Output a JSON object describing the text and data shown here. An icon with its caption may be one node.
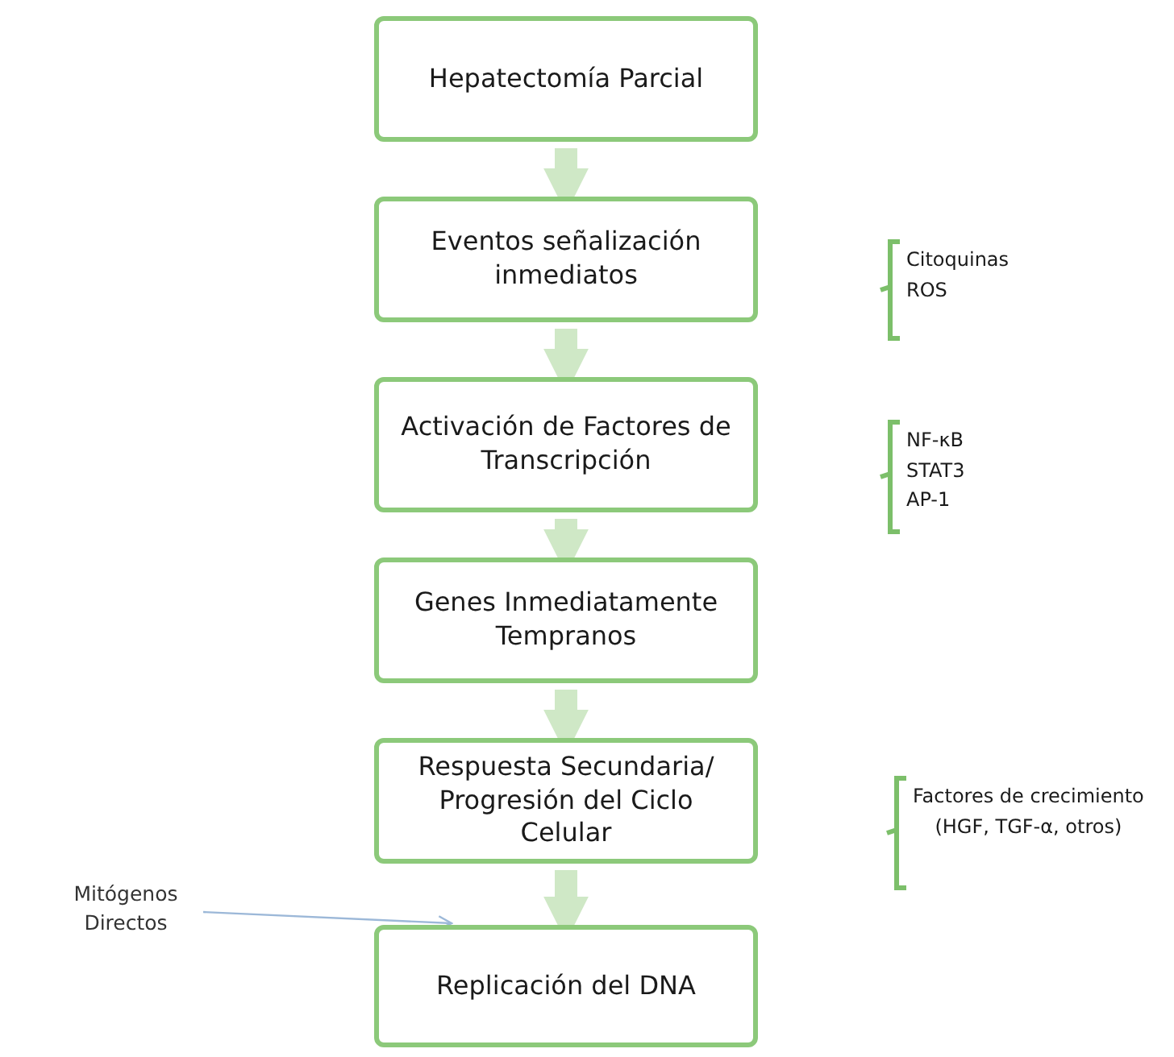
{
  "diagram": {
    "nodes": [
      {
        "text": [
          "Hepatectomía Parcial"
        ]
      },
      {
        "text": [
          "Eventos señalización inmediatos"
        ],
        "beside": [
          "Citoquinas",
          "ROS"
        ]
      },
      {
        "text": [
          "Activación de Factores de Transcripción"
        ],
        "beside": [
          "NF-κB",
          "STAT3",
          "AP-1"
        ]
      },
      {
        "text": [
          "Genes Inmediatamente Tempranos"
        ]
      },
      {
        "text": [
          "Respuesta Secundaria/ Progresión del Ciclo Celular"
        ],
        "beside": [
          "Factores de crecimiento",
          "(HGF, TGF-α, otros)"
        ]
      },
      {
        "text": [
          "Replicación del DNA"
        ]
      },
      {
        "text": [
          "Mitógenos Directos"
        ]
      }
    ],
    "edges": [
      {
        "from": 0,
        "to": 1,
        "arrow": "to"
      },
      {
        "from": 1,
        "to": 2,
        "arrow": "to"
      },
      {
        "from": 2,
        "to": 3,
        "arrow": "to"
      },
      {
        "from": 3,
        "to": 4,
        "arrow": "to"
      },
      {
        "from": 4,
        "to": 5,
        "arrow": "to"
      },
      {
        "from": 6,
        "to": 5,
        "arrow": "to",
        "color": "#9cb8d8"
      }
    ]
  }
}
